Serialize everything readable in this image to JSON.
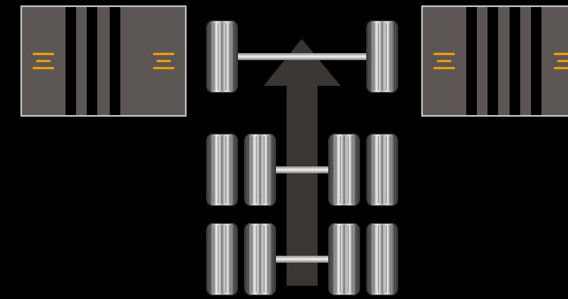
{
  "colors": {
    "background": "#000000",
    "tread_panel_fill": "#5b5653",
    "tread_panel_border": "#e0e0e0",
    "tread_groove": "#000000",
    "tread_mark": "#f2a10b",
    "direction_arrow": "#3a3633",
    "axle": "#d7d7d7"
  },
  "icons": {
    "tread_mark": "triple-bar-icon",
    "direction_arrow": "up-arrow-icon",
    "tire": "tire-icon"
  },
  "tread_panels": [
    {
      "side": "left",
      "grooves": 3,
      "marks": 2
    },
    {
      "side": "right",
      "grooves": 4,
      "marks": 2
    }
  ],
  "chassis": {
    "arrow_direction": "forward",
    "axles": [
      {
        "position": "front",
        "tires_per_side": 1
      },
      {
        "position": "middle",
        "tires_per_side": 2
      },
      {
        "position": "rear",
        "tires_per_side": 2
      }
    ]
  }
}
